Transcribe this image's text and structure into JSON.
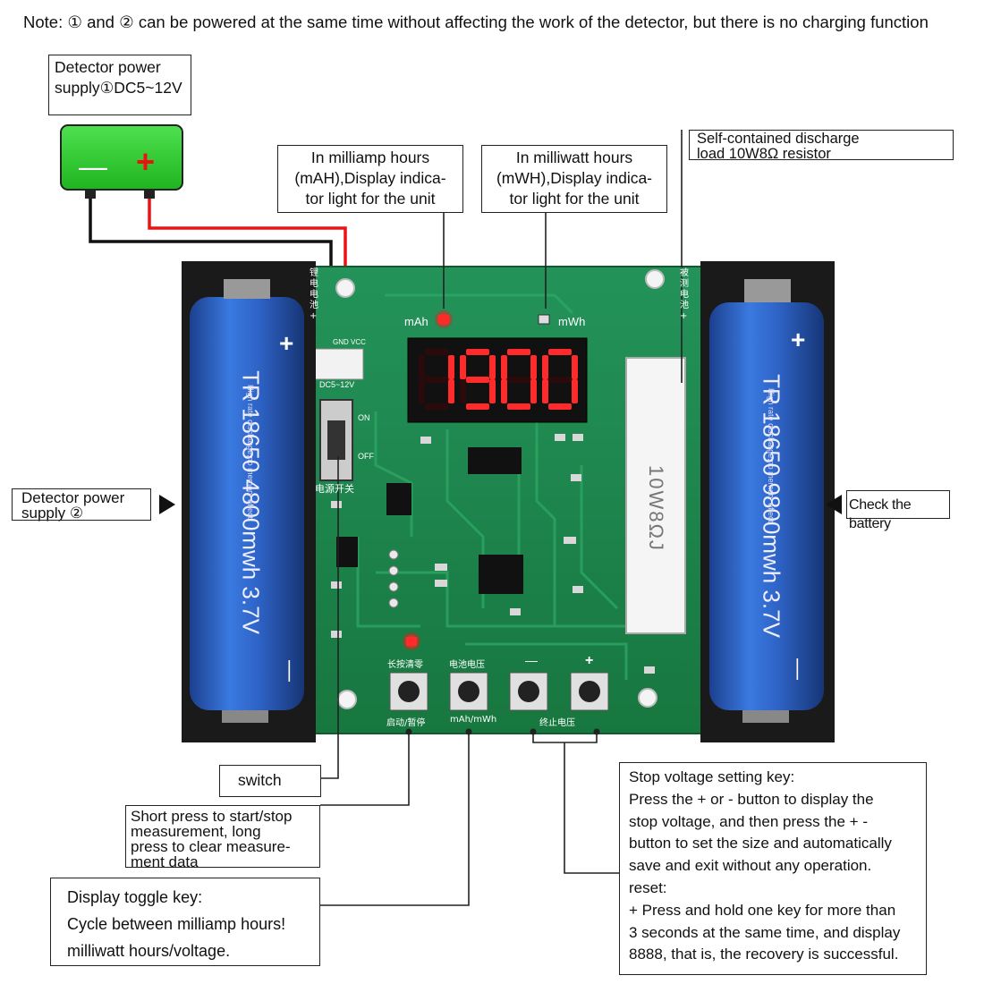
{
  "note": "Note: ① and ② can be powered at the same time without affecting the work of the detector, but there is no charging function",
  "supply1": {
    "lines": [
      "Detector power",
      "supply①DC5~12V"
    ],
    "minus": "—",
    "plus": "+"
  },
  "mah_callout": {
    "lines": [
      "In milliamp hours",
      "(mAH),Display indica-",
      "tor light for the unit"
    ]
  },
  "mwh_callout": {
    "lines": [
      "In milliwatt hours",
      "(mWH),Display indica-",
      "tor light for the unit"
    ]
  },
  "load_callout": {
    "lines": [
      "Self-contained discharge",
      "load 10W8Ω resistor"
    ]
  },
  "supply2": {
    "lines": [
      "Detector power",
      "supply ②"
    ]
  },
  "check_battery": "Check the battery",
  "switch_label": "switch",
  "short_press": {
    "lines": [
      "Short press to start/stop",
      "measurement, long",
      "press to clear measure-",
      "ment data"
    ]
  },
  "display_toggle": {
    "lines": [
      "Display toggle key:",
      "Cycle between milliamp hours!",
      "milliwatt hours/voltage."
    ]
  },
  "stop_voltage": {
    "lines": [
      "Stop voltage setting key:",
      "Press the + or - button to display the",
      "stop voltage, and then press the + -",
      "button to set the size and automatically",
      "save and exit without any operation.",
      "reset:",
      "+ Press and hold one key for more than",
      "3 seconds at the same time, and display",
      "8888, that is, the recovery is successful."
    ]
  },
  "board": {
    "display_value": "1900",
    "mah": "mAh",
    "mwh": "mWh",
    "connector": "DC5~12V",
    "gnd": "GND",
    "vcc": "VCC",
    "on": "ON",
    "off": "OFF",
    "resistor": "10W8ΩJ",
    "minus_key": "—",
    "plus_key": "+",
    "btn1_top": "长按清零",
    "btn1_bottom": "启动/暂停",
    "btn2_top": "电池电压",
    "btn2_bottom": "mAh/mWh",
    "btn34_bottom": "终止电压",
    "switch_cn": "电源开关",
    "side_left_cn": "锂电电池+",
    "side_right_cn": "被测电池+"
  },
  "battery_left": {
    "text": "TR 18650 4800mwh 3.7V",
    "small": "High rate discharge,no memory effect",
    "plus": "+",
    "minus": "—"
  },
  "battery_right": {
    "text": "TR 18650 9800mwh 3.7V",
    "small": "High rate discharge,no memory effect",
    "plus": "+",
    "minus": "—"
  },
  "colors": {
    "pcb": "#1f8a4c",
    "pcb_dark": "#146b38",
    "battery": "#2a63c9",
    "led_red": "#ff2a2a",
    "supply_green": "#33cc33"
  }
}
